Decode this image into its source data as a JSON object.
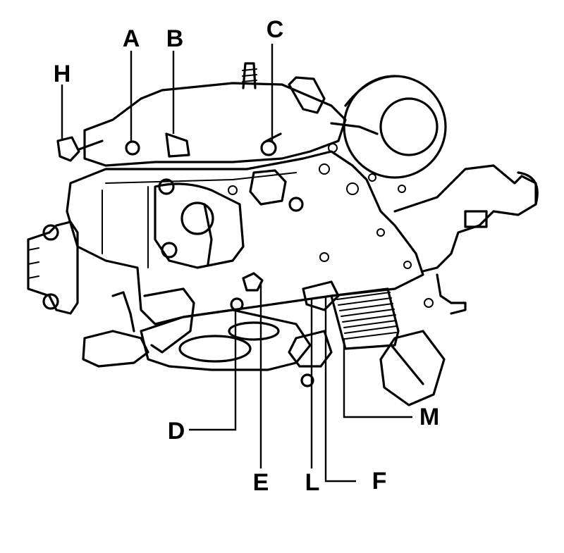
{
  "callouts": {
    "A": "A",
    "B": "B",
    "C": "C",
    "D": "D",
    "E": "E",
    "F": "F",
    "H": "H",
    "L": "L",
    "M": "M"
  }
}
